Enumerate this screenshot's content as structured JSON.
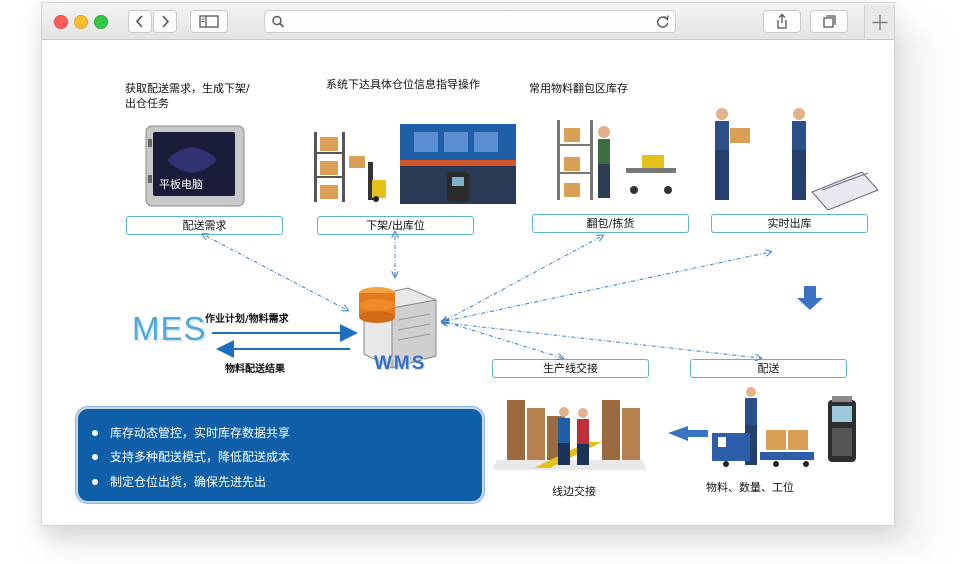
{
  "browser": {
    "url": ""
  },
  "diagram": {
    "top_labels": {
      "left": "获取配送需求，生成下架/\n出仓任务",
      "mid": "系统下达具体仓位信息指导操作",
      "right": "常用物料翻包区库存"
    },
    "tablet_label": "平板电脑",
    "steps": [
      "配送需求",
      "下架/出库位",
      "翻包/拣货",
      "实时出库",
      "生产线交接",
      "配送"
    ],
    "mes_label": "MES",
    "wms_label": "WMS",
    "arrow_top_label": "作业计划/物料需求",
    "arrow_bottom_label": "物料配送结果",
    "bullets": [
      "库存动态管控，实时库存数据共享",
      "支持多种配送模式，降低配送成本",
      "制定仓位出货，确保先进先出"
    ],
    "bottom_labels": {
      "line_side": "线边交接",
      "material": "物料、数量、工位"
    }
  }
}
